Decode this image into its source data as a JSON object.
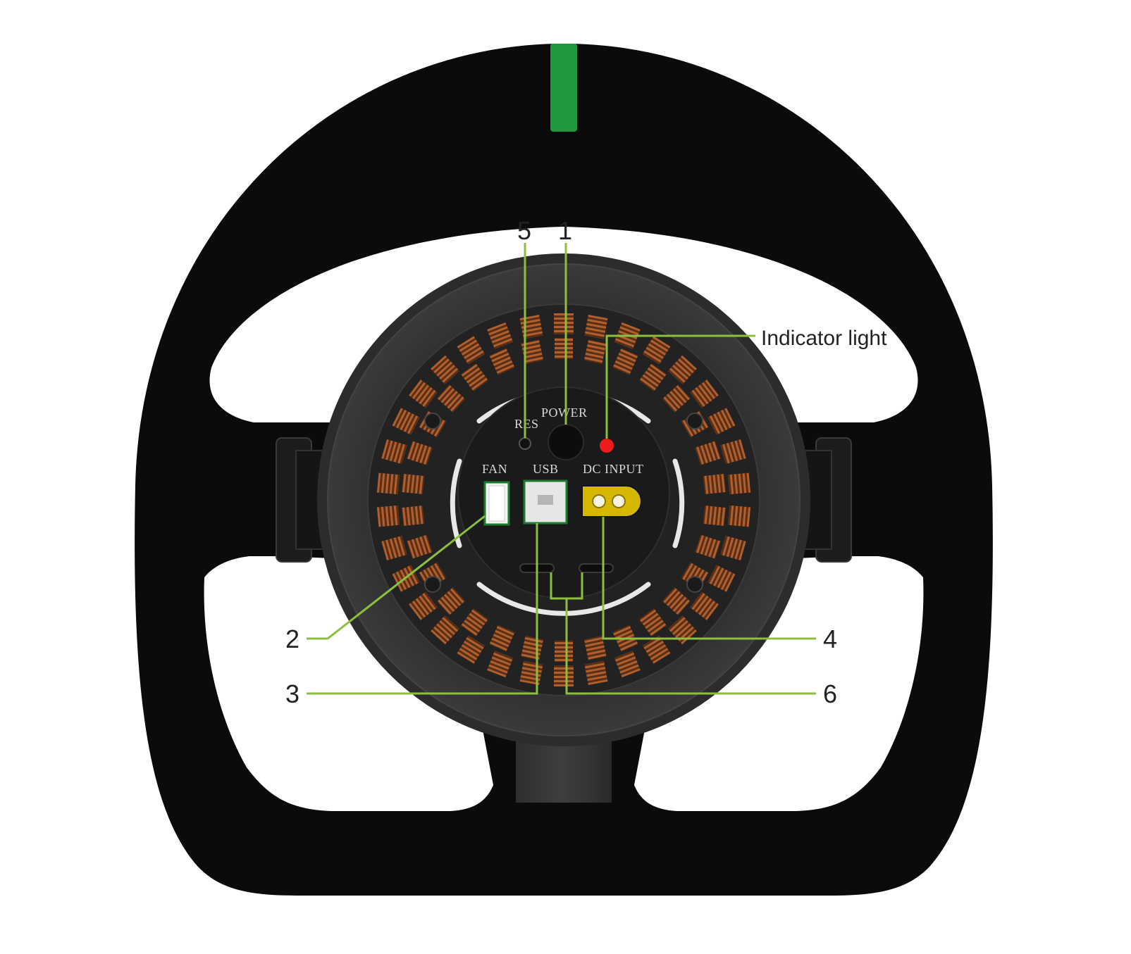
{
  "colors": {
    "wheel": "#0b0b0b",
    "hub_outer": "#2a2a2a",
    "hub_inner": "#1e1e1e",
    "center_marker": "#1f9a3f",
    "leader_line": "#8cbf3f",
    "coil": "#a0532a",
    "indicator": "#ee1b1b",
    "dc_input": "#d7b800",
    "usb_port": "#e6e6e6",
    "fan_connector": "#f2f2f2",
    "panel_text": "#d8d8d8"
  },
  "panel_labels": {
    "res": "RES",
    "power": "POWER",
    "fan": "FAN",
    "usb": "USB",
    "dc_input": "DC INPUT"
  },
  "callouts": {
    "c1": "1",
    "c2": "2",
    "c3": "3",
    "c4": "4",
    "c5": "5",
    "c6": "6",
    "indicator": "Indicator light"
  },
  "icons": {
    "power": "power-button-icon",
    "res": "reset-pinhole-icon",
    "indicator": "led-dot-icon"
  }
}
